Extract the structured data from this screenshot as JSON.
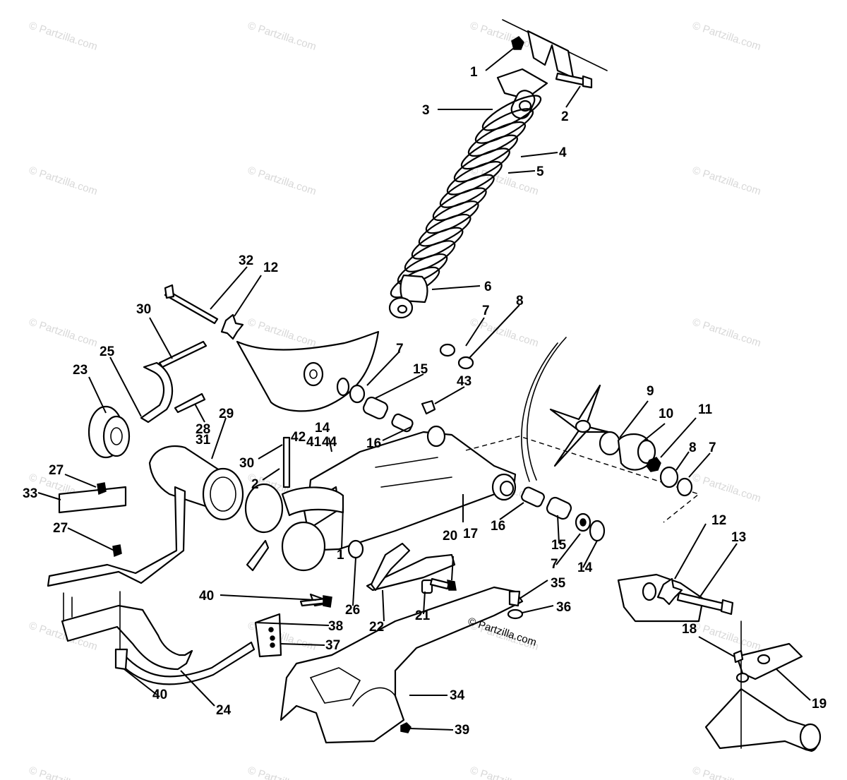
{
  "diagram": {
    "callouts": [
      {
        "id": "c1a",
        "label": "1"
      },
      {
        "id": "c2a",
        "label": "2"
      },
      {
        "id": "c3",
        "label": "3"
      },
      {
        "id": "c4",
        "label": "4"
      },
      {
        "id": "c5",
        "label": "5"
      },
      {
        "id": "c6",
        "label": "6"
      },
      {
        "id": "c7a",
        "label": "7"
      },
      {
        "id": "c8a",
        "label": "8"
      },
      {
        "id": "c32",
        "label": "32"
      },
      {
        "id": "c12a",
        "label": "12"
      },
      {
        "id": "c30a",
        "label": "30"
      },
      {
        "id": "c25",
        "label": "25"
      },
      {
        "id": "c23",
        "label": "23"
      },
      {
        "id": "c7b",
        "label": "7"
      },
      {
        "id": "c15a",
        "label": "15"
      },
      {
        "id": "c43",
        "label": "43"
      },
      {
        "id": "c28",
        "label": "28"
      },
      {
        "id": "c29",
        "label": "29"
      },
      {
        "id": "c31",
        "label": "31"
      },
      {
        "id": "c14a",
        "label": "14"
      },
      {
        "id": "c42",
        "label": "42"
      },
      {
        "id": "c41",
        "label": "41"
      },
      {
        "id": "c44",
        "label": "44"
      },
      {
        "id": "c16a",
        "label": "16"
      },
      {
        "id": "c30b",
        "label": "30"
      },
      {
        "id": "c2b",
        "label": "2"
      },
      {
        "id": "c9",
        "label": "9"
      },
      {
        "id": "c10",
        "label": "10"
      },
      {
        "id": "c11",
        "label": "11"
      },
      {
        "id": "c8b",
        "label": "8"
      },
      {
        "id": "c7c",
        "label": "7"
      },
      {
        "id": "c27a",
        "label": "27"
      },
      {
        "id": "c33",
        "label": "33"
      },
      {
        "id": "c27b",
        "label": "27"
      },
      {
        "id": "c1b",
        "label": "1"
      },
      {
        "id": "c17",
        "label": "17"
      },
      {
        "id": "c16b",
        "label": "16"
      },
      {
        "id": "c15b",
        "label": "15"
      },
      {
        "id": "c7d",
        "label": "7"
      },
      {
        "id": "c14b",
        "label": "14"
      },
      {
        "id": "c12b",
        "label": "12"
      },
      {
        "id": "c13",
        "label": "13"
      },
      {
        "id": "c20",
        "label": "20"
      },
      {
        "id": "c35",
        "label": "35"
      },
      {
        "id": "c36",
        "label": "36"
      },
      {
        "id": "c40a",
        "label": "40"
      },
      {
        "id": "c26",
        "label": "26"
      },
      {
        "id": "c22",
        "label": "22"
      },
      {
        "id": "c21",
        "label": "21"
      },
      {
        "id": "c38",
        "label": "38"
      },
      {
        "id": "c37",
        "label": "37"
      },
      {
        "id": "c18",
        "label": "18"
      },
      {
        "id": "c19",
        "label": "19"
      },
      {
        "id": "c34",
        "label": "34"
      },
      {
        "id": "c40b",
        "label": "40"
      },
      {
        "id": "c24",
        "label": "24"
      },
      {
        "id": "c39",
        "label": "39"
      }
    ],
    "credit": "© Partzilla.com",
    "watermark": "© Partzilla.com"
  }
}
